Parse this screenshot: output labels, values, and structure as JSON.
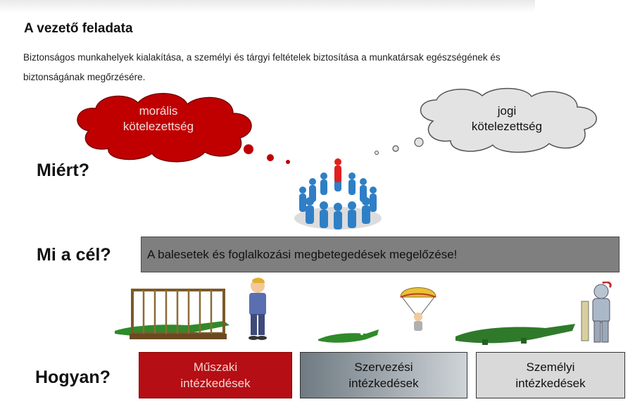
{
  "title": "A vezető feladata",
  "intro": "Biztonságos munkahelyek kialakítása, a személyi és tárgyi feltételek biztosítása a munkatársak egészségének és biztonságának megőrzésére.",
  "clouds": {
    "moral_line1": "morális",
    "moral_line2": "kötelezettség",
    "legal_line1": "jogi",
    "legal_line2": "kötelezettség"
  },
  "questions": {
    "why": "Miért?",
    "goal": "Mi a cél?",
    "how": "Hogyan?"
  },
  "goal_text": "A balesetek és foglalkozási megbetegedések megelőzése!",
  "measures": {
    "technical_line1": "Műszaki",
    "technical_line2": "intézkedések",
    "organizational_line1": "Szervezési",
    "organizational_line2": "intézkedések",
    "personal_line1": "Személyi",
    "personal_line2": "intézkedések"
  },
  "colors": {
    "moral_cloud": "#c00000",
    "legal_cloud": "#dcdcdc",
    "goal_bar": "#7f7f7f",
    "technical_box": "#b50e14",
    "people": "#3b8fd1",
    "leader": "#e02020",
    "crocodile": "#2f8a2a"
  },
  "icons": [
    "thought-cloud-icon",
    "people-circle-icon",
    "caged-crocodile-icon",
    "worker-icon",
    "crocodile-icon",
    "parachute-icon",
    "knight-icon"
  ]
}
